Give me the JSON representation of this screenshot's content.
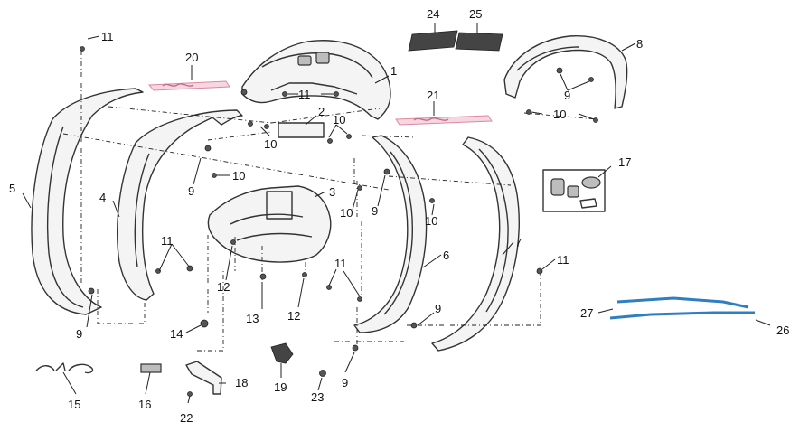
{
  "labels": {
    "l1": "1",
    "l2": "2",
    "l3": "3",
    "l4": "4",
    "l5": "5",
    "l6": "6",
    "l7": "7",
    "l8": "8",
    "l9a": "9",
    "l9b": "9",
    "l9c": "9",
    "l9d": "9",
    "l9e": "9",
    "l9f": "9",
    "l10a": "10",
    "l10b": "10",
    "l10c": "10",
    "l10d": "10",
    "l10e": "10",
    "l10f": "10",
    "l11a": "11",
    "l11b": "11",
    "l11c": "11",
    "l11d": "11",
    "l11e": "11",
    "l12a": "12",
    "l12b": "12",
    "l13": "13",
    "l14": "14",
    "l15": "15",
    "l16": "16",
    "l17": "17",
    "l18": "18",
    "l19": "19",
    "l20": "20",
    "l21": "21",
    "l22": "22",
    "l23": "23",
    "l24": "24",
    "l25": "25",
    "l26": "26",
    "l27": "27"
  },
  "colors": {
    "stroke": "#333333",
    "decal_pink": "#f6d6df",
    "stripe_blue": "#2f7fc0"
  }
}
